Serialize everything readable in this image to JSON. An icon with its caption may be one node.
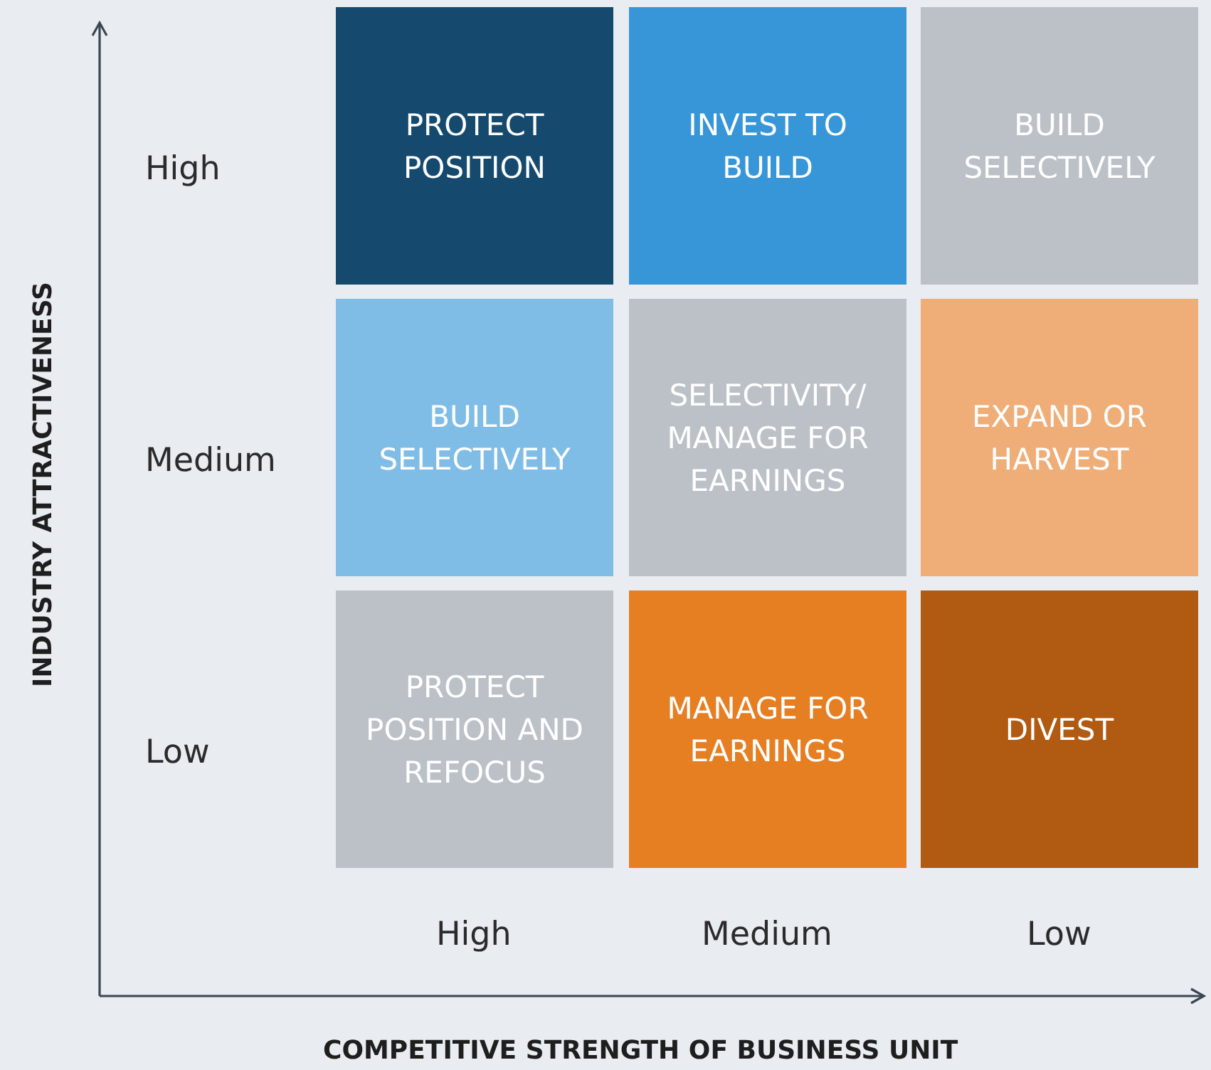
{
  "diagram": {
    "nodes": [
      {
        "text": [
          "PROTECT POSITION"
        ]
      },
      {
        "text": [
          "INVEST TO BUILD"
        ]
      },
      {
        "text": [
          "BUILD SELECTIVELY"
        ]
      },
      {
        "text": [
          "BUILD SELECTIVELY"
        ]
      },
      {
        "text": [
          "SELECTIVITY/ MANAGE FOR EARNINGS"
        ]
      },
      {
        "text": [
          "EXPAND OR HARVEST"
        ]
      },
      {
        "text": [
          "PROTECT POSITION AND REFOCUS"
        ]
      },
      {
        "text": [
          "MANAGE FOR EARNINGS"
        ]
      },
      {
        "text": [
          "DIVEST"
        ]
      }
    ],
    "edges": [],
    "labels": [
      "INDUSTRY ATTRACTIVENESS",
      "High",
      "Medium",
      "Low",
      "High",
      "Medium",
      "Low",
      "COMPETITIVE STRENGTH OF BUSINESS UNIT"
    ]
  }
}
